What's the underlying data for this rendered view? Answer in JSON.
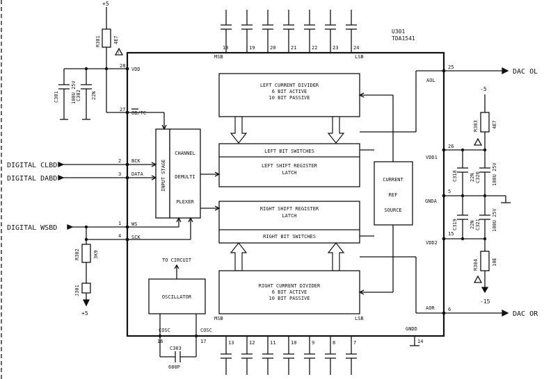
{
  "supply": {
    "plus5_top": "+5",
    "plus5_bottom": "+5",
    "minus5": "-5",
    "minus15": "-15"
  },
  "ic": {
    "ref": "U301",
    "part": "TDA1541",
    "msb_top": "MSB",
    "lsb_top": "LSB",
    "msb_bottom": "MSB",
    "lsb_bottom": "LSB",
    "top_pins": [
      "18",
      "19",
      "20",
      "21",
      "22",
      "23",
      "24"
    ],
    "bottom_pins": [
      "13",
      "12",
      "11",
      "10",
      "9",
      "8",
      "7"
    ],
    "left_pins": [
      {
        "num": "28",
        "name": "VDD"
      },
      {
        "num": "27",
        "name": "OB/TC"
      },
      {
        "num": "2",
        "name": "BCK"
      },
      {
        "num": "3",
        "name": "DATA"
      },
      {
        "num": "1",
        "name": "WS"
      },
      {
        "num": "4",
        "name": "SCK"
      }
    ],
    "right_pins": [
      {
        "num": "25",
        "name": "AOL"
      },
      {
        "num": "26",
        "name": "VDD1"
      },
      {
        "num": "5",
        "name": "GNDA"
      },
      {
        "num": "15",
        "name": "VDD2"
      },
      {
        "num": "6",
        "name": "AOR"
      }
    ],
    "bottom_misc": [
      {
        "num": "16",
        "name": "COSC"
      },
      {
        "num": "17",
        "name": "COSC"
      },
      {
        "num": "14",
        "name": "GNDD"
      }
    ]
  },
  "blocks": {
    "left_divider": [
      "LEFT CURRENT DIVIDER",
      "6 BIT ACTIVE",
      "10 BIT PASSIVE"
    ],
    "right_divider": [
      "RIGHT CURRENT DIVIDER",
      "6 BIT ACTIVE",
      "10 BIT PASSIVE"
    ],
    "left_switches": "LEFT BIT SWITCHES",
    "left_shift": [
      "LEFT SHIFT REGISTER",
      "LATCH"
    ],
    "right_shift": [
      "RIGHT SHIFT REGISTER",
      "LATCH"
    ],
    "right_switches": "RIGHT BIT SWITCHES",
    "current_ref": [
      "CURRENT",
      "REF",
      "SOURCE"
    ],
    "input_stage": "INPUT STAGE",
    "demux": [
      "CHANNEL",
      "DEMULTI",
      "PLEXER"
    ],
    "oscillator": "OSCILLATOR",
    "to_circuit": "TO CIRCUIT"
  },
  "signals": {
    "clbd": "DIGITAL CLBD",
    "dabd": "DIGITAL DABD",
    "wsbd": "DIGITAL WSBD",
    "dac_ol": "DAC OL",
    "dac_or": "DAC OR"
  },
  "components": {
    "r301": {
      "ref": "R301",
      "value": "4E7"
    },
    "c301": {
      "ref": "C301",
      "value": "100U 25V"
    },
    "c302": {
      "ref": "C302",
      "value": "22N"
    },
    "r302": {
      "ref": "R302",
      "value": "3K9"
    },
    "j301": {
      "ref": "J301"
    },
    "c303": {
      "ref": "C303",
      "value": "680P"
    },
    "r303": {
      "ref": "R303",
      "value": "4E7"
    },
    "r304": {
      "ref": "R304",
      "value": "10E"
    },
    "c318": {
      "ref": "C318",
      "value": "22N"
    },
    "c320": {
      "ref": "C320",
      "value": "100U 25V"
    },
    "c319": {
      "ref": "C319",
      "value": "22N"
    },
    "c321": {
      "ref": "C321",
      "value": "100U 25V"
    }
  },
  "icons": [
    "warning-triangle-icon",
    "ground-icon",
    "arrow-right-icon",
    "capacitor-icon",
    "resistor-icon"
  ]
}
